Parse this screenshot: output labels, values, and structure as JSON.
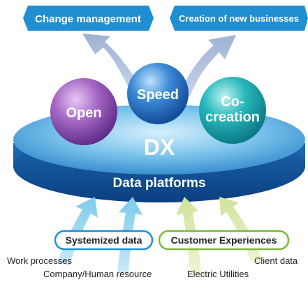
{
  "top_banners": [
    {
      "label": "Change management"
    },
    {
      "label": "Creation of new businesses"
    }
  ],
  "spheres": [
    {
      "label_lines": [
        "Open"
      ]
    },
    {
      "label_lines": [
        "Speed"
      ]
    },
    {
      "label_lines": [
        "Co-",
        "creation"
      ]
    }
  ],
  "platform": {
    "title": "DX",
    "label": "Data platforms"
  },
  "pills": [
    {
      "label": "Systemized data"
    },
    {
      "label": "Customer Experiences"
    }
  ],
  "sources": [
    {
      "label": "Work processes"
    },
    {
      "label": "Company/Human resource"
    },
    {
      "label": "Electric Utilities"
    },
    {
      "label": "Client data"
    }
  ],
  "colors": {
    "banner": "#1f8fd2",
    "arrow_up": "#a6bad8",
    "arrow_blue": "#8fd0ee",
    "arrow_green": "#d8e8a6",
    "sphere_open": "#8a4fb4",
    "sphere_speed": "#2a78c8",
    "sphere_cocreation": "#1bb0b0",
    "pill_blue_border": "#1a93d0",
    "pill_green_border": "#7cb83a",
    "platform_top": "#54a8dc",
    "platform_side": "#1358a2"
  }
}
